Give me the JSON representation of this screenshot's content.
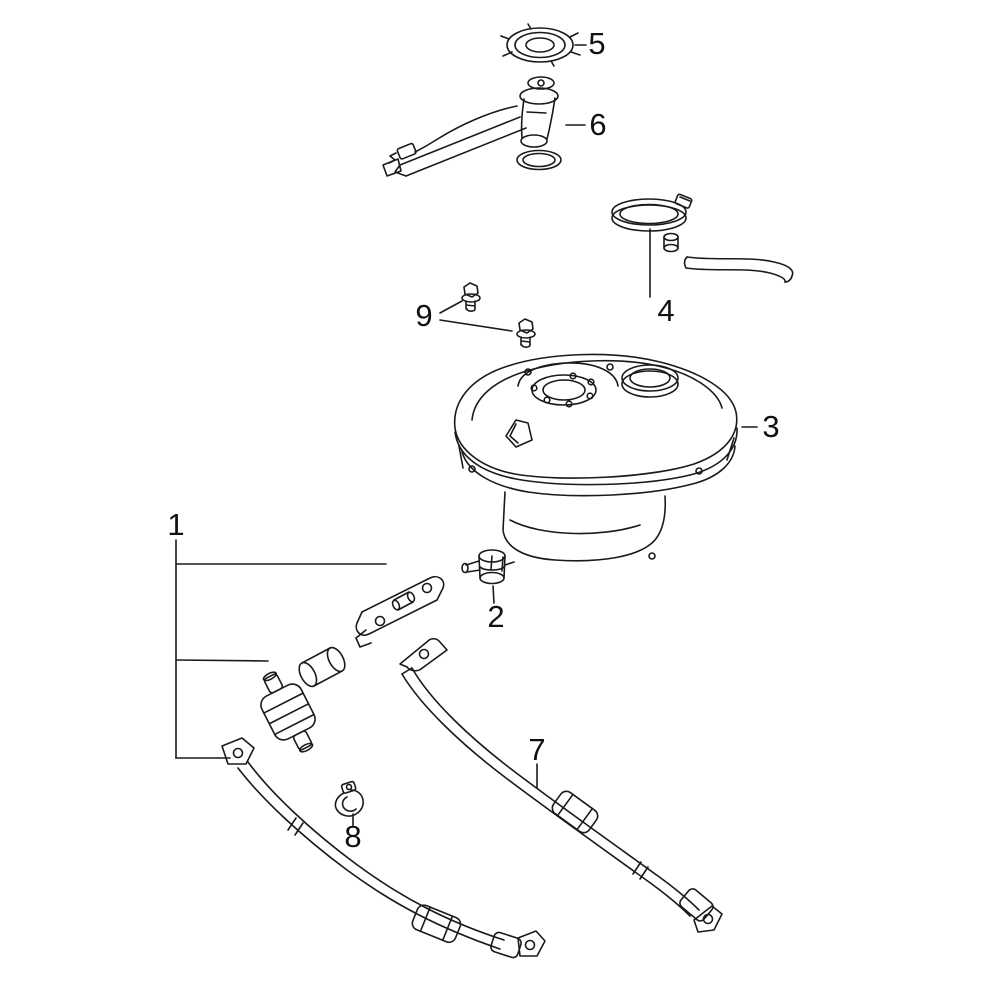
{
  "diagram": {
    "kind": "exploded-parts-line-drawing",
    "colors": {
      "background": "#ffffff",
      "line": "#1a1a1a",
      "label": "#111111"
    },
    "callouts": [
      {
        "label": "1"
      },
      {
        "label": "2"
      },
      {
        "label": "3"
      },
      {
        "label": "4"
      },
      {
        "label": "5"
      },
      {
        "label": "6"
      },
      {
        "label": "7"
      },
      {
        "label": "8"
      },
      {
        "label": "9"
      }
    ]
  }
}
